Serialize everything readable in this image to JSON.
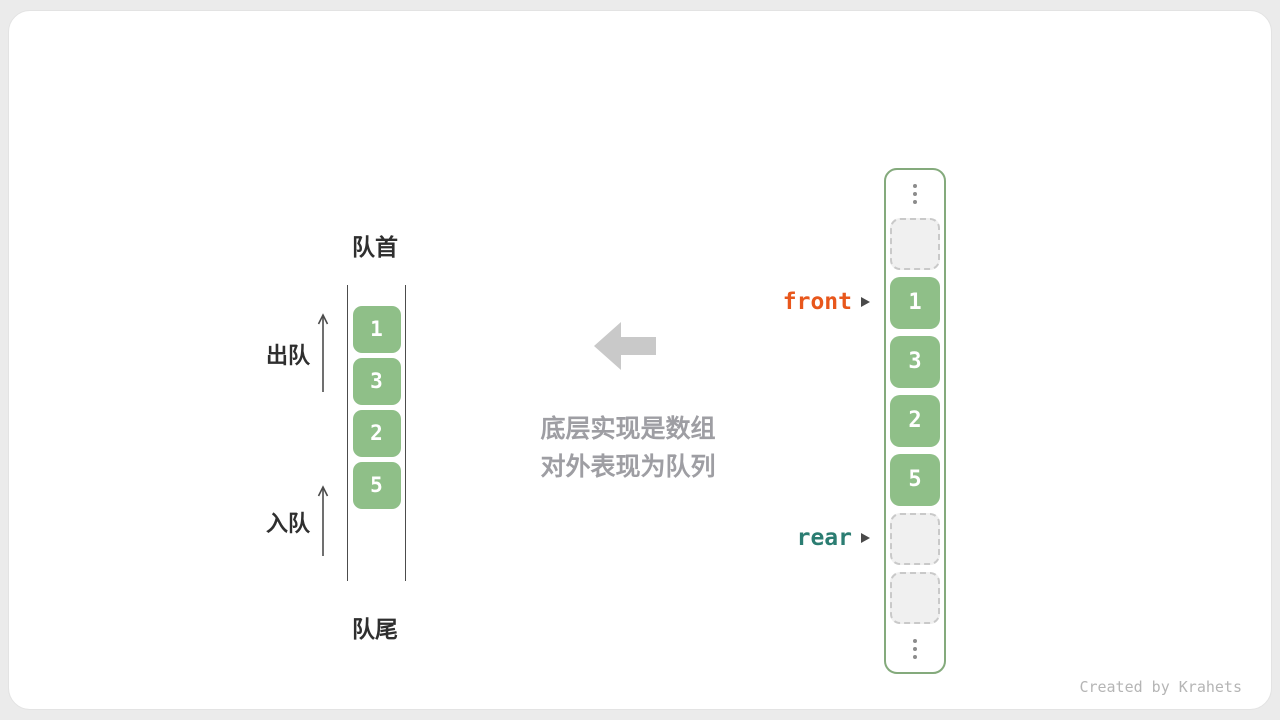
{
  "diagram": {
    "queue": {
      "front_label": "队首",
      "rear_label": "队尾",
      "dequeue_label": "出队",
      "enqueue_label": "入队",
      "items": [
        "1",
        "3",
        "2",
        "5"
      ]
    },
    "caption": {
      "line1": "底层实现是数组",
      "line2": "对外表现为队列"
    },
    "array": {
      "front_pointer": "front",
      "rear_pointer": "rear",
      "values": [
        "1",
        "3",
        "2",
        "5"
      ]
    },
    "credit": "Created by Krahets",
    "colors": {
      "cell_green": "#8FBF88",
      "array_border_green": "#84aa7c",
      "front_orange": "#E8571C",
      "rear_teal": "#2B7D72",
      "block_arrow_gray": "#C9C9C9",
      "caption_gray": "#9E9EA3",
      "empty_cell_gray": "#F0F0F0"
    }
  }
}
